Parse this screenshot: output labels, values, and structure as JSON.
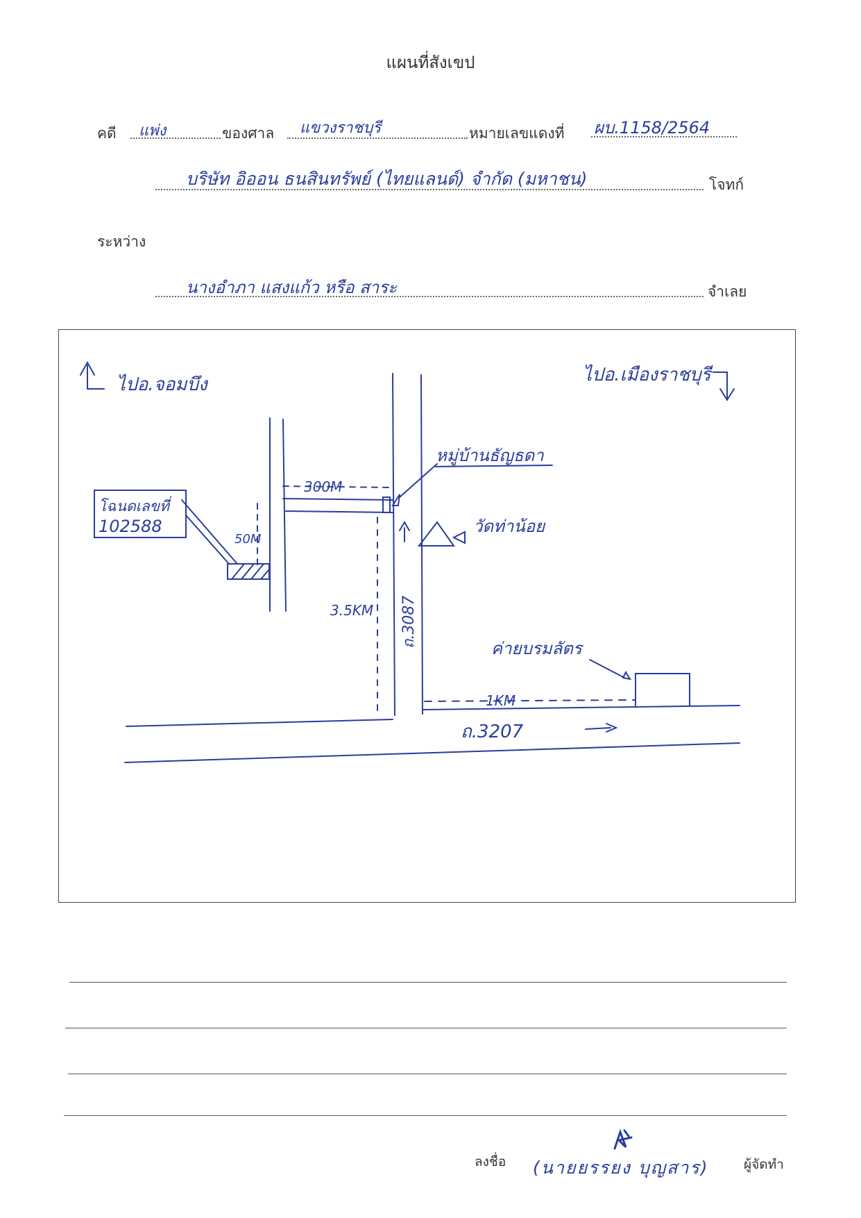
{
  "header": {
    "title": "แผนที่สังเขป"
  },
  "case": {
    "case_label": "คดี",
    "case_type": "แพ่ง",
    "court_label": "ของศาล",
    "court_name": "แขวงราชบุรี",
    "black_no_label": "หมายเลขแดงที่",
    "black_no_value": "ผบ.1158/2564"
  },
  "parties": {
    "plaintiff_name": "บริษัท อิออน ธนสินทรัพย์ (ไทยแลนด์) จำกัด (มหาชน)",
    "plaintiff_label": "โจทก์",
    "between_label": "ระหว่าง",
    "defendant_name": "นางอำภา แสงแก้ว หรือ สาระ",
    "defendant_label": "จำเลย"
  },
  "map": {
    "to_left": "ไปอ.จอมบึง",
    "to_right": "ไปอ.เมืองราชบุรี",
    "village": "หมู่บ้านธัญธดา",
    "temple": "วัดท่าน้อย",
    "deed_line1": "โฉนดเลขที่",
    "deed_line2": "102588",
    "dist_300": "300M",
    "dist_50": "50M",
    "dist_3_5": "3.5KM",
    "road_vertical": "ถ.3087",
    "office": "ค่ายบรมลัตร",
    "dist_1km": "1KM",
    "road_horizontal": "ถ.3207"
  },
  "signature": {
    "sign_label": "ลงชื่อ",
    "signer_name": "(นายยรรยง บุญสาร)",
    "role_label": "ผู้จัดทำ"
  }
}
